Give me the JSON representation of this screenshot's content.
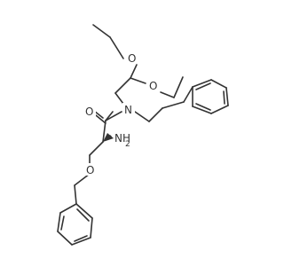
{
  "molecule": {
    "atoms": {
      "o_ether_top": "O",
      "o_ether_right": "O",
      "o_carbonyl": "O",
      "n_amide": "N",
      "n_amine": "NH",
      "n_amine_sub": "2",
      "o_benzyl": "O"
    },
    "colors": {
      "bond": "#333333",
      "label": "#333333",
      "background": "#ffffff"
    }
  }
}
